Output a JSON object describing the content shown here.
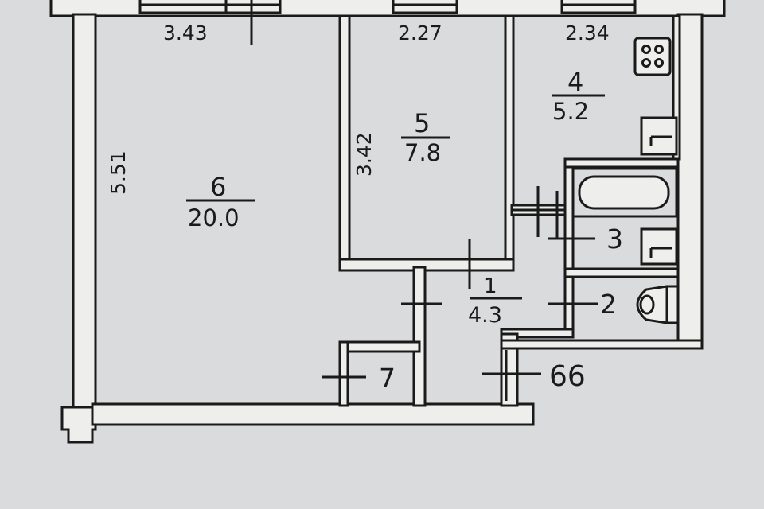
{
  "colors": {
    "paper": "#d9dbdc",
    "wall_fill": "#eeeeec",
    "ink": "#1a1a1a"
  },
  "dimensions": {
    "top_left": "3.43",
    "top_middle": "2.27",
    "top_right": "2.34",
    "left_height": "5.51",
    "room5_height": "3.42"
  },
  "rooms": [
    {
      "number": "6",
      "area": "20.0"
    },
    {
      "number": "5",
      "area": "7.8"
    },
    {
      "number": "4",
      "area": "5.2"
    },
    {
      "number": "1",
      "area": "4.3"
    },
    {
      "number": "3"
    },
    {
      "number": "2"
    },
    {
      "number": "7"
    }
  ],
  "stairwell_tag": "66",
  "fixtures": [
    "stove-icon",
    "sink-icon",
    "bathtub-icon",
    "washbasin-icon",
    "toilet-icon"
  ]
}
